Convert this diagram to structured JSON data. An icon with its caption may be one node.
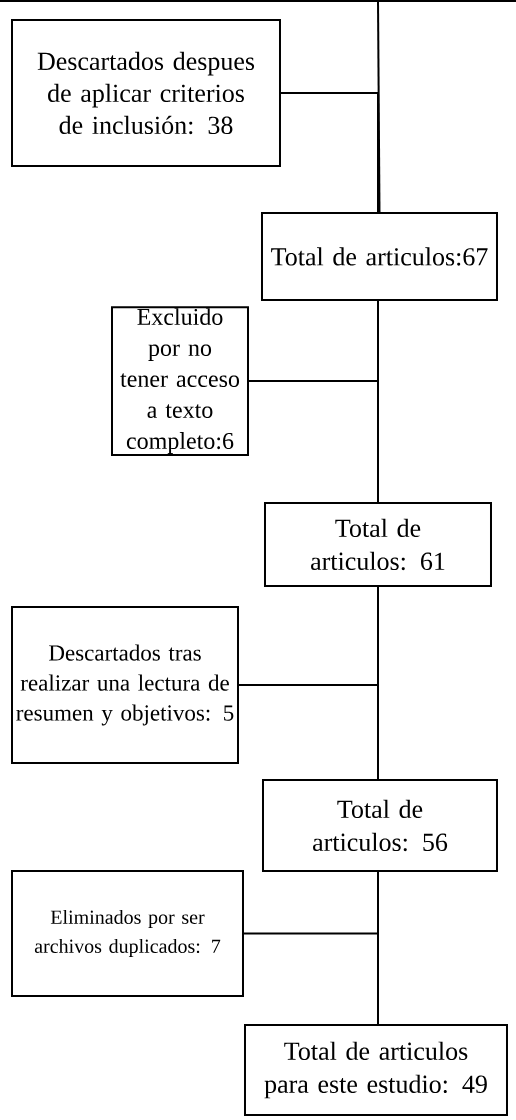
{
  "diagram": {
    "nodes": [
      {
        "text": [
          "Descartados despues de aplicar criterios de inclusión: 38"
        ]
      },
      {
        "text": [
          "Total de articulos:67"
        ]
      },
      {
        "text": [
          "Excluido por no tener acceso a texto completo:6"
        ]
      },
      {
        "text": [
          "Total de articulos: 61"
        ]
      },
      {
        "text": [
          "Descartados tras realizar una lectura de resumen y objetivos: 5"
        ]
      },
      {
        "text": [
          "Total de articulos: 56"
        ]
      },
      {
        "text": [
          "Eliminados por ser archivos duplicados: 7"
        ]
      },
      {
        "text": [
          "Total de articulos para este estudio: 49"
        ]
      }
    ],
    "edges": [
      {
        "from": null,
        "to": 1,
        "arrow": "none"
      },
      {
        "from": 0,
        "to": 1,
        "arrow": "none"
      },
      {
        "from": 1,
        "to": 3,
        "arrow": "none"
      },
      {
        "from": 2,
        "to": 3,
        "arrow": "none"
      },
      {
        "from": 3,
        "to": 5,
        "arrow": "none"
      },
      {
        "from": 4,
        "to": 5,
        "arrow": "none"
      },
      {
        "from": 5,
        "to": 7,
        "arrow": "none"
      },
      {
        "from": 6,
        "to": 7,
        "arrow": "none"
      }
    ]
  }
}
